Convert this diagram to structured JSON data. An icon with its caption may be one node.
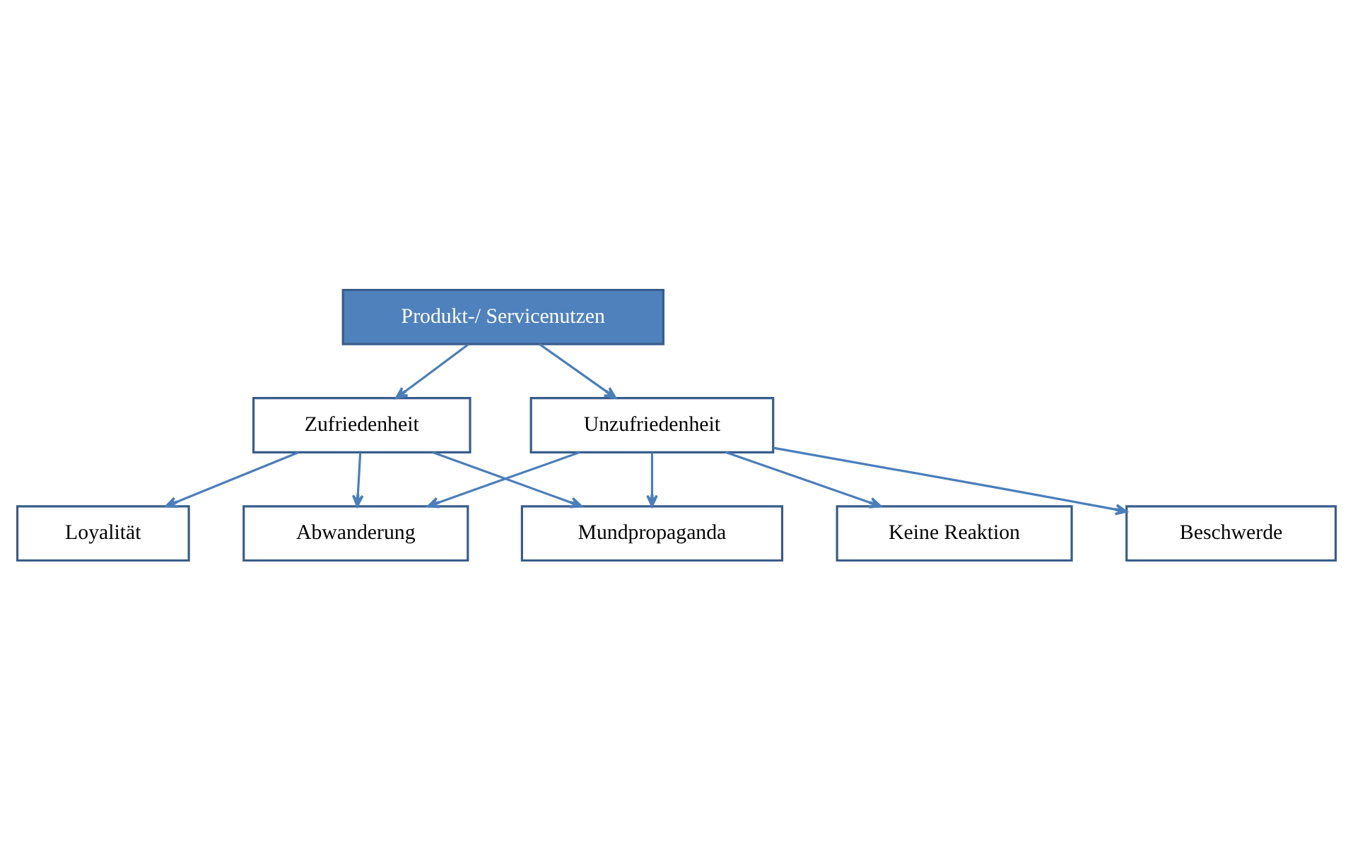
{
  "diagram": {
    "nodes": [
      {
        "text": [
          "Produkt-/ Servicenutzen"
        ]
      },
      {
        "text": [
          "Zufriedenheit"
        ]
      },
      {
        "text": [
          "Unzufriedenheit"
        ]
      },
      {
        "text": [
          "Mundpropaganda"
        ]
      },
      {
        "text": [
          "Abwanderung"
        ]
      },
      {
        "text": [
          "Loyalität"
        ]
      },
      {
        "text": [
          "Beschwerde"
        ]
      },
      {
        "text": [
          "Keine Reaktion"
        ]
      }
    ],
    "edges": [
      {
        "from": 0,
        "to": 1,
        "arrow": "to"
      },
      {
        "from": 0,
        "to": 2,
        "arrow": "to"
      },
      {
        "from": 1,
        "to": 5,
        "arrow": "to"
      },
      {
        "from": 1,
        "to": 3,
        "arrow": "to"
      },
      {
        "from": 1,
        "to": 4,
        "arrow": "to"
      },
      {
        "from": 2,
        "to": 3,
        "arrow": "to"
      },
      {
        "from": 2,
        "to": 4,
        "arrow": "to"
      },
      {
        "from": 2,
        "to": 7,
        "arrow": "to"
      },
      {
        "from": 2,
        "to": 6,
        "arrow": "to"
      }
    ]
  }
}
